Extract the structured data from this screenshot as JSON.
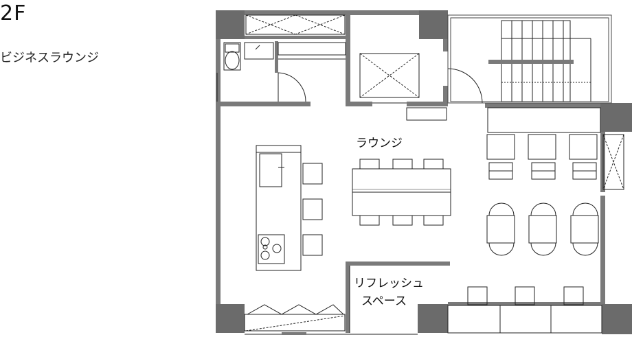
{
  "floor": {
    "level": "2F",
    "name": "ビジネスラウンジ"
  },
  "rooms": {
    "lounge": "ラウンジ",
    "refresh_line1": "リフレッシュ",
    "refresh_line2": "スペース"
  },
  "colors": {
    "wall": "#7a7a7a",
    "pillar": "#6b6b6b",
    "line": "#222222",
    "background": "#ffffff"
  }
}
